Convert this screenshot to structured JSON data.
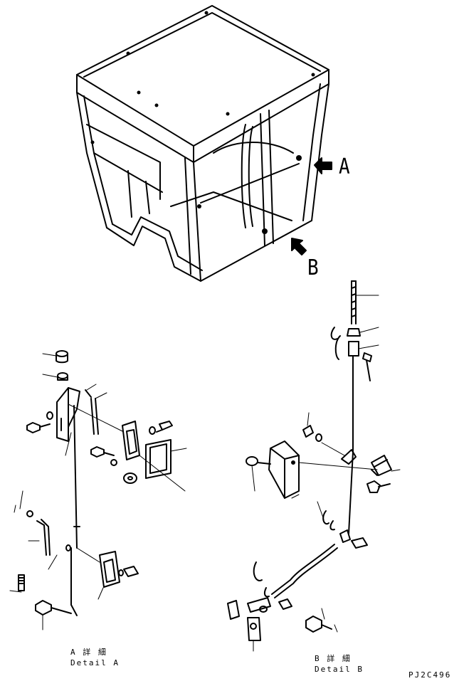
{
  "callouts": {
    "a": "A",
    "b": "B"
  },
  "detail_a": {
    "jp": "A  詳  細",
    "en": "Detail A"
  },
  "detail_b": {
    "jp": "B  詳  細",
    "en": "Detail B"
  },
  "drawing_code": "PJ2C496"
}
